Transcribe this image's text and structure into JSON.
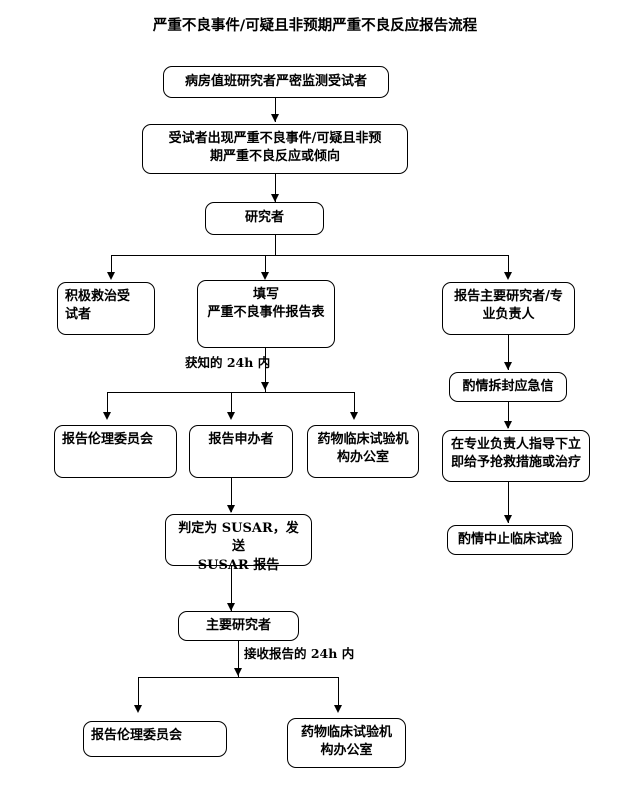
{
  "title": "严重不良事件/可疑且非预期严重不良反应报告流程",
  "nodes": {
    "monitor": "病房值班研究者严密监测受试者",
    "event_occurs_l1": "受试者出现严重不良事件/可疑且非预",
    "event_occurs_l2": "期严重不良反应或倾向",
    "investigator": "研究者",
    "rescue_subject_l1": "积极救治受",
    "rescue_subject_l2": "试者",
    "fill_form_l1": "填写",
    "fill_form_l2": "严重不良事件报告表",
    "report_pi_l1": "报告主要研究者/专",
    "report_pi_l2": "业负责人",
    "unblind_emergency": "酌情拆封应急信",
    "rescue_measures_l1": "在专业负责人指导下立",
    "rescue_measures_l2": "即给予抢救措施或治疗",
    "suspend_trial": "酌情中止临床试验",
    "report_ec_1": "报告伦理委员会",
    "report_sponsor": "报告申办者",
    "drug_office_1_l1": "药物临床试验机",
    "drug_office_1_l2": "构办公室",
    "susar_l1_a": "判定为 ",
    "susar_l1_b": "SUSAR",
    "susar_l1_c": "，发送",
    "susar_l2_a": "SUSAR",
    "susar_l2_b": " 报告",
    "principal_investigator": "主要研究者",
    "report_ec_2": "报告伦理委员会",
    "drug_office_2_l1": "药物临床试验机",
    "drug_office_2_l2": "构办公室"
  },
  "edge_labels": {
    "within_24h_known_a": "获知的 ",
    "within_24h_known_b": "24h",
    "within_24h_known_c": " 内",
    "within_24h_receipt_a": "接收报告的 ",
    "within_24h_receipt_b": "24h",
    "within_24h_receipt_c": " 内"
  },
  "colors": {
    "stroke": "#000000",
    "background": "#ffffff",
    "text": "#000000"
  }
}
